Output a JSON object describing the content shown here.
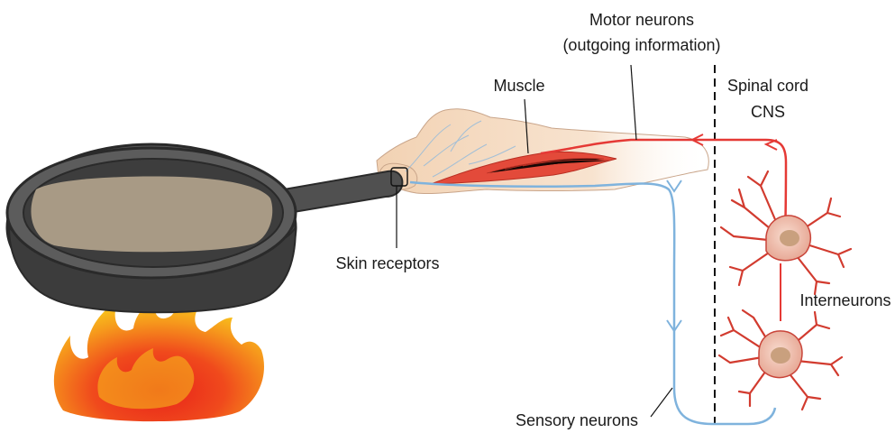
{
  "labels": {
    "motor_line1": "Motor neurons",
    "motor_line2": "(outgoing information)",
    "muscle": "Muscle",
    "spinal_line1": "Spinal cord",
    "spinal_line2": "CNS",
    "skin_receptors": "Skin receptors",
    "interneurons": "Interneurons",
    "sensory_neurons": "Sensory neurons"
  },
  "colors": {
    "motor_pathway": "#e53935",
    "sensory_pathway": "#7fb3dd",
    "pan_body": "#4a4a4a",
    "pan_food": "#a89a85",
    "hand_skin": "#f2d2b3",
    "neuron_body": "#f0c4b4",
    "neuron_nucleus": "#c9a07e",
    "flame_outer": "#f6b21b",
    "flame_inner": "#e83a1e"
  },
  "icons": [
    "frying-pan-icon",
    "fire-icon",
    "hand-icon",
    "neuron-icon"
  ]
}
